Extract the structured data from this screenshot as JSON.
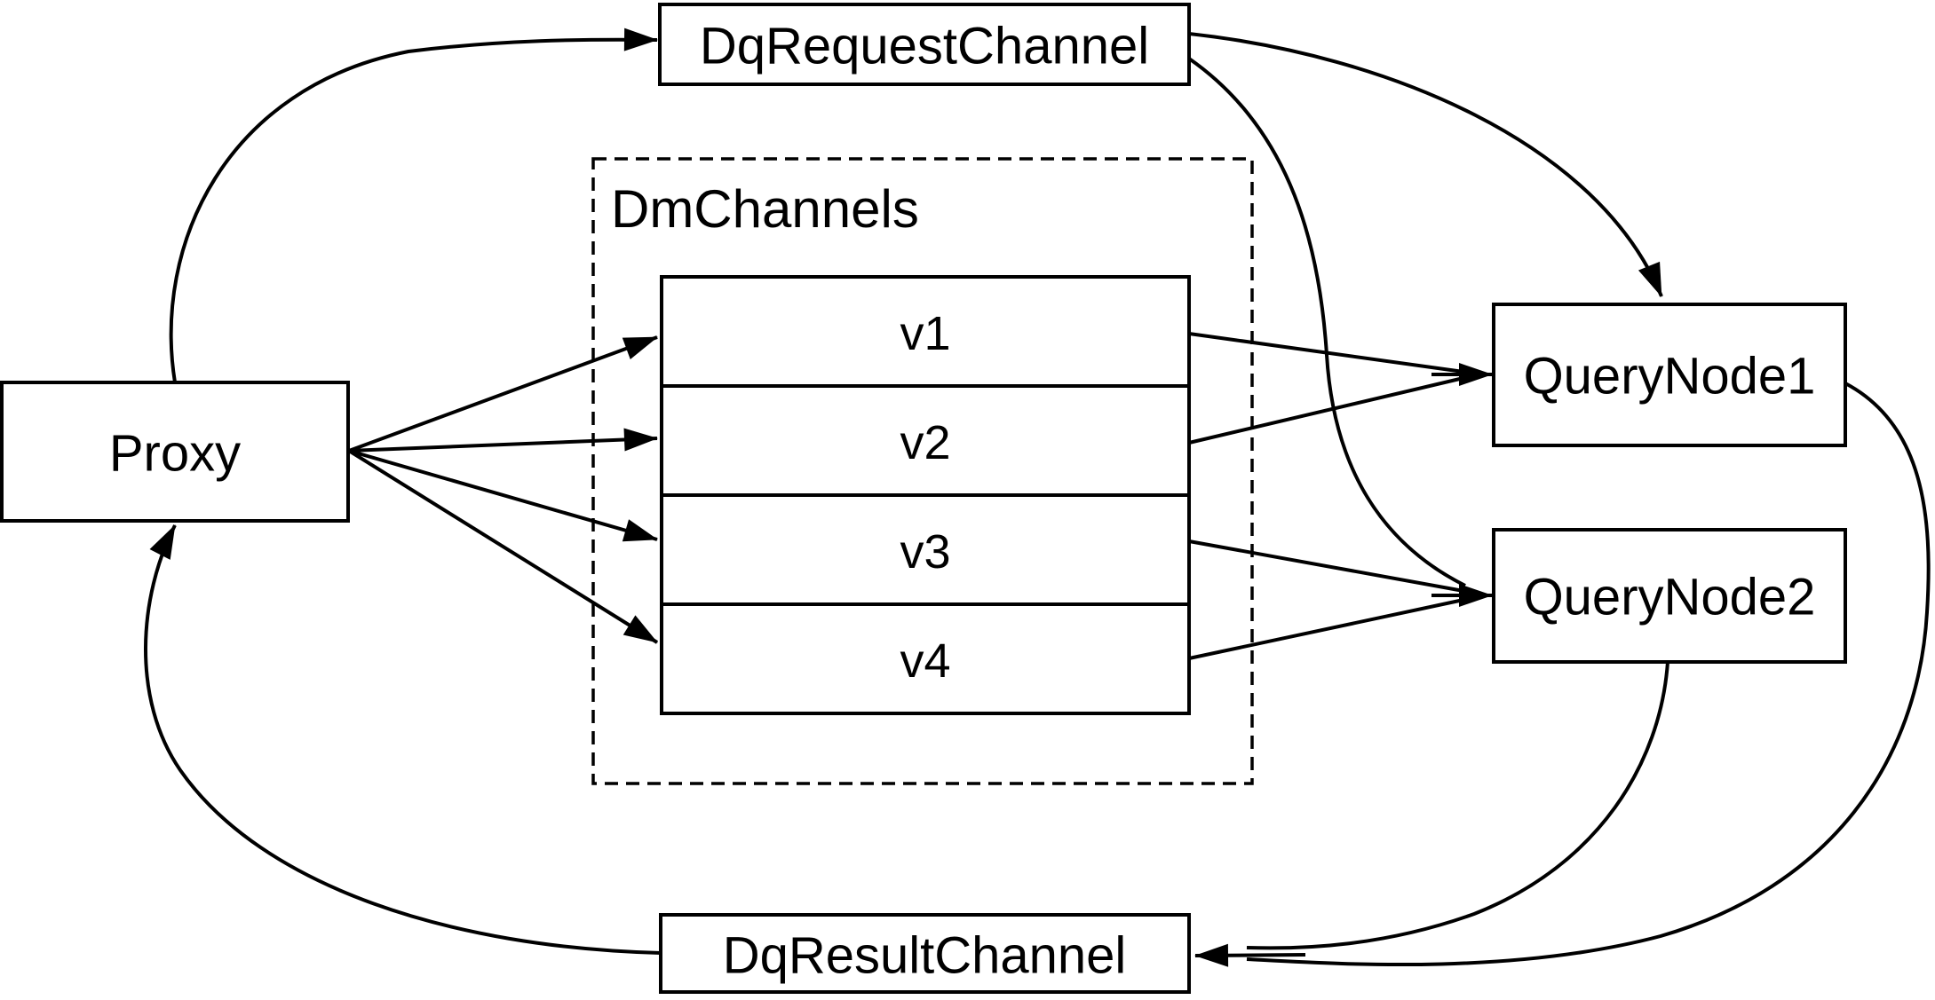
{
  "diagram": {
    "type": "architecture-flow",
    "colors": {
      "background": "#ffffff",
      "node_fill": "#ffffff",
      "stroke": "#000000",
      "text": "#000000"
    },
    "nodes": {
      "proxy": {
        "label": "Proxy"
      },
      "dq_request_channel": {
        "label": "DqRequestChannel"
      },
      "dm_channels_group": {
        "label": "DmChannels"
      },
      "channels": [
        {
          "label": "v1"
        },
        {
          "label": "v2"
        },
        {
          "label": "v3"
        },
        {
          "label": "v4"
        }
      ],
      "query_node1": {
        "label": "QueryNode1"
      },
      "query_node2": {
        "label": "QueryNode2"
      },
      "dq_result_channel": {
        "label": "DqResultChannel"
      }
    },
    "edges": [
      {
        "from": "Proxy",
        "to": "DqRequestChannel"
      },
      {
        "from": "Proxy",
        "to": "v1"
      },
      {
        "from": "Proxy",
        "to": "v2"
      },
      {
        "from": "Proxy",
        "to": "v3"
      },
      {
        "from": "Proxy",
        "to": "v4"
      },
      {
        "from": "v1",
        "to": "QueryNode1"
      },
      {
        "from": "v2",
        "to": "QueryNode1"
      },
      {
        "from": "v3",
        "to": "QueryNode2"
      },
      {
        "from": "v4",
        "to": "QueryNode2"
      },
      {
        "from": "DqRequestChannel",
        "to": "QueryNode1"
      },
      {
        "from": "DqRequestChannel",
        "to": "QueryNode2"
      },
      {
        "from": "QueryNode1",
        "to": "DqResultChannel"
      },
      {
        "from": "QueryNode2",
        "to": "DqResultChannel"
      },
      {
        "from": "DqResultChannel",
        "to": "Proxy"
      }
    ]
  }
}
